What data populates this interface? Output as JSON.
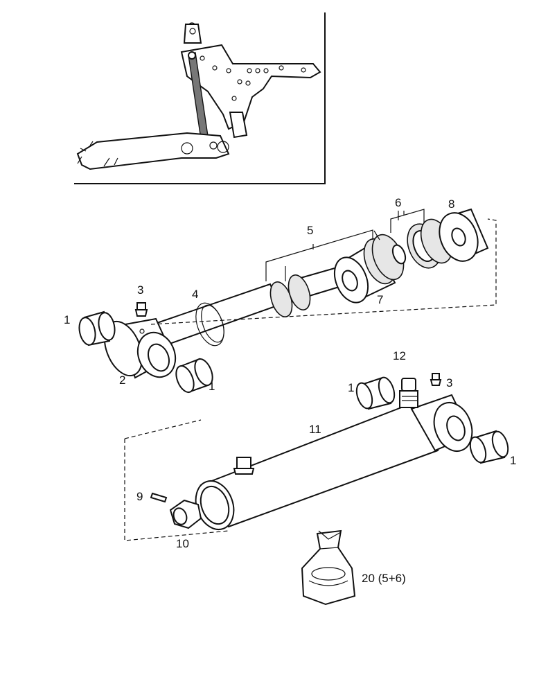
{
  "callouts": {
    "c1a": "1",
    "c1b": "1",
    "c1c": "1",
    "c1d": "1",
    "c2": "2",
    "c3a": "3",
    "c3b": "3",
    "c4": "4",
    "c5": "5",
    "c6": "6",
    "c7": "7",
    "c8": "8",
    "c9": "9",
    "c10": "10",
    "c11": "11",
    "c12": "12",
    "c20": "20  (5+6)"
  }
}
